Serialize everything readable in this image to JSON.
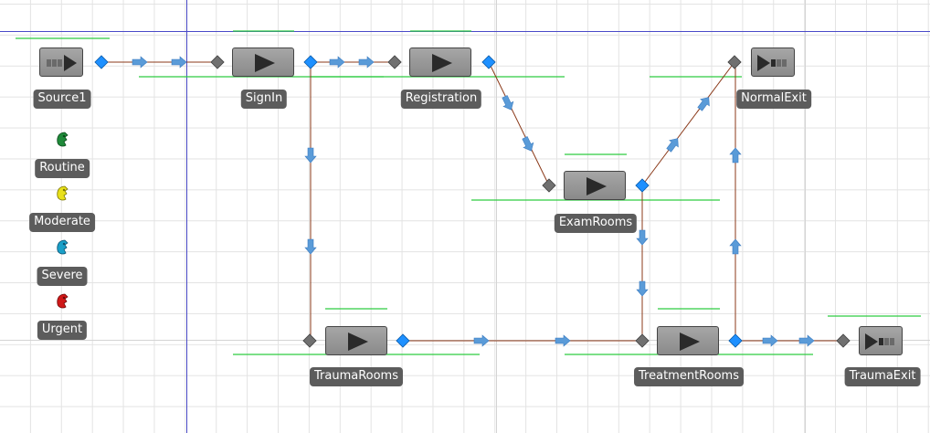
{
  "objects": {
    "source": {
      "label": "Source1"
    },
    "signin": {
      "label": "SignIn"
    },
    "registration": {
      "label": "Registration"
    },
    "examrooms": {
      "label": "ExamRooms"
    },
    "normalexit": {
      "label": "NormalExit"
    },
    "traumarooms": {
      "label": "TraumaRooms"
    },
    "treatmentrooms": {
      "label": "TreatmentRooms"
    },
    "traumaexit": {
      "label": "TraumaExit"
    }
  },
  "entities": [
    {
      "label": "Routine",
      "color": "#1f8a3a"
    },
    {
      "label": "Moderate",
      "color": "#e8e01a"
    },
    {
      "label": "Severe",
      "color": "#1aa0c8"
    },
    {
      "label": "Urgent",
      "color": "#d01818"
    }
  ],
  "colors": {
    "link": "#8b3a1a",
    "output_node": "#1e90ff",
    "input_node": "#707070",
    "queue_line": "#2ecc40",
    "arrow": "#5a9bd8",
    "axis": "#4a4ac8"
  }
}
